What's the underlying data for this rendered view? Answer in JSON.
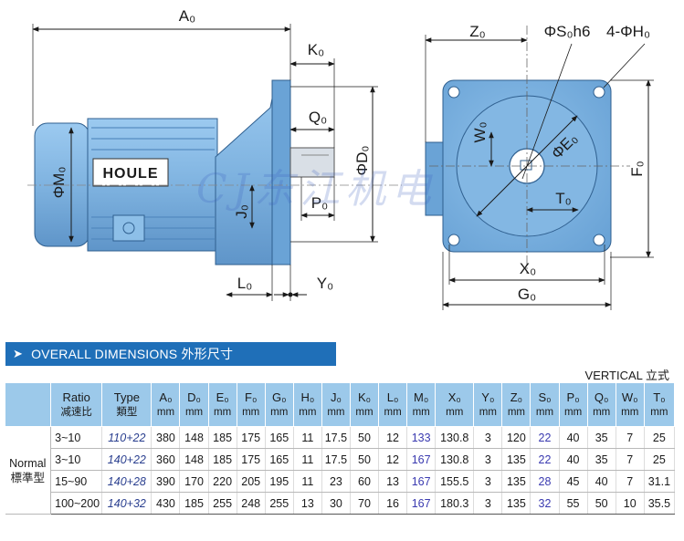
{
  "drawing": {
    "labels": {
      "A": "A₀",
      "K": "K₀",
      "Q": "Q₀",
      "D": "ΦD₀",
      "M": "ΦM₀",
      "J": "J₀",
      "P": "P₀",
      "L": "L₀",
      "Y": "Y₀",
      "Z": "Z₀",
      "S": "ΦS₀h6",
      "H": "4-ΦH₀",
      "W": "W₀",
      "E": "ΦE₀",
      "F": "F₀",
      "T": "T₀",
      "X": "X₀",
      "G": "G₀"
    },
    "motor_brand": "HOULE",
    "watermark": "CJ东江机电"
  },
  "section": {
    "title": "OVERALL DIMENSIONS  外形尺寸",
    "orientation": "VERTICAL  立式"
  },
  "table": {
    "headers": [
      {
        "top": "Ratio",
        "sub": "减速比"
      },
      {
        "top": "Type",
        "sub": "類型"
      },
      {
        "top": "A₀",
        "sub": "mm"
      },
      {
        "top": "D₀",
        "sub": "mm"
      },
      {
        "top": "E₀",
        "sub": "mm"
      },
      {
        "top": "F₀",
        "sub": "mm"
      },
      {
        "top": "G₀",
        "sub": "mm"
      },
      {
        "top": "H₀",
        "sub": "mm"
      },
      {
        "top": "J₀",
        "sub": "mm"
      },
      {
        "top": "K₀",
        "sub": "mm"
      },
      {
        "top": "L₀",
        "sub": "mm"
      },
      {
        "top": "M₀",
        "sub": "mm"
      },
      {
        "top": "X₀",
        "sub": "mm"
      },
      {
        "top": "Y₀",
        "sub": "mm"
      },
      {
        "top": "Z₀",
        "sub": "mm"
      },
      {
        "top": "S₀",
        "sub": "mm"
      },
      {
        "top": "P₀",
        "sub": "mm"
      },
      {
        "top": "Q₀",
        "sub": "mm"
      },
      {
        "top": "W₀",
        "sub": "mm"
      },
      {
        "top": "T₀",
        "sub": "mm"
      }
    ],
    "group_label": {
      "line1": "Normal",
      "line2": "標準型"
    },
    "rows": [
      [
        "3~10",
        "110+22",
        "380",
        "148",
        "185",
        "175",
        "165",
        "11",
        "17.5",
        "50",
        "12",
        "133",
        "130.8",
        "3",
        "120",
        "22",
        "40",
        "35",
        "7",
        "25"
      ],
      [
        "3~10",
        "140+22",
        "360",
        "148",
        "185",
        "175",
        "165",
        "11",
        "17.5",
        "50",
        "12",
        "167",
        "130.8",
        "3",
        "135",
        "22",
        "40",
        "35",
        "7",
        "25"
      ],
      [
        "15~90",
        "140+28",
        "390",
        "170",
        "220",
        "205",
        "195",
        "11",
        "23",
        "60",
        "13",
        "167",
        "155.5",
        "3",
        "135",
        "28",
        "45",
        "40",
        "7",
        "31.1"
      ],
      [
        "100~200",
        "140+32",
        "430",
        "185",
        "255",
        "248",
        "255",
        "13",
        "30",
        "70",
        "16",
        "167",
        "180.3",
        "3",
        "135",
        "32",
        "55",
        "50",
        "10",
        "35.5"
      ]
    ]
  },
  "colors": {
    "body_blue": "#7fb3e0",
    "body_blue_dark": "#4f86bd",
    "banner_blue": "#1f6fb8",
    "header_blue": "#9cc9ea"
  }
}
